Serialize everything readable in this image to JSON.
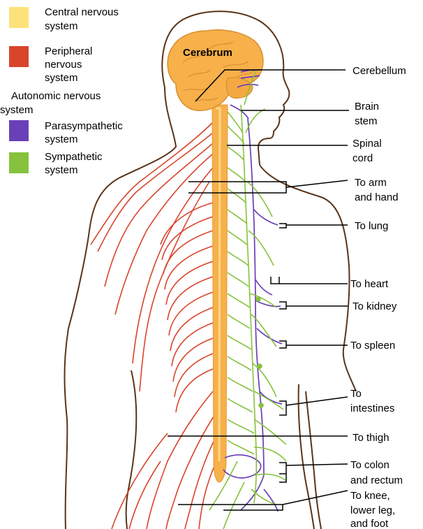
{
  "legend": {
    "central": {
      "label1": "Central nervous",
      "label2": "system",
      "color": "#fde27a"
    },
    "peripheral": {
      "label1": "Peripheral",
      "label2": "nervous",
      "label3": "system",
      "color": "#d9442c"
    },
    "autonomic": {
      "label1": "Autonomic nervous",
      "label2": "system"
    },
    "parasympathetic": {
      "label1": "Parasympathetic",
      "label2": "system",
      "color": "#6a3fb8"
    },
    "sympathetic": {
      "label1": "Sympathetic",
      "label2": "system",
      "color": "#86c23d"
    }
  },
  "brain_label": "Cerebrum",
  "labels": {
    "cerebellum": "Cerebellum",
    "brain_stem_1": "Brain",
    "brain_stem_2": "stem",
    "spinal_1": "Spinal",
    "spinal_2": "cord",
    "arm_1": "To arm",
    "arm_2": "and hand",
    "lung": "To lung",
    "heart": "To heart",
    "kidney": "To kidney",
    "spleen": "To spleen",
    "intestines_1": "To",
    "intestines_2": "intestines",
    "thigh": "To thigh",
    "colon_1": "To colon",
    "colon_2": "and rectum",
    "knee_1": "To knee,",
    "knee_2": "lower leg,",
    "knee_3": "and foot"
  },
  "colors": {
    "outline": "#5a3418",
    "spine": "#f7b04a",
    "spine_light": "#fcd889",
    "peripheral": "#d9442c",
    "parasympathetic": "#6a3fb8",
    "sympathetic": "#86c23d"
  }
}
